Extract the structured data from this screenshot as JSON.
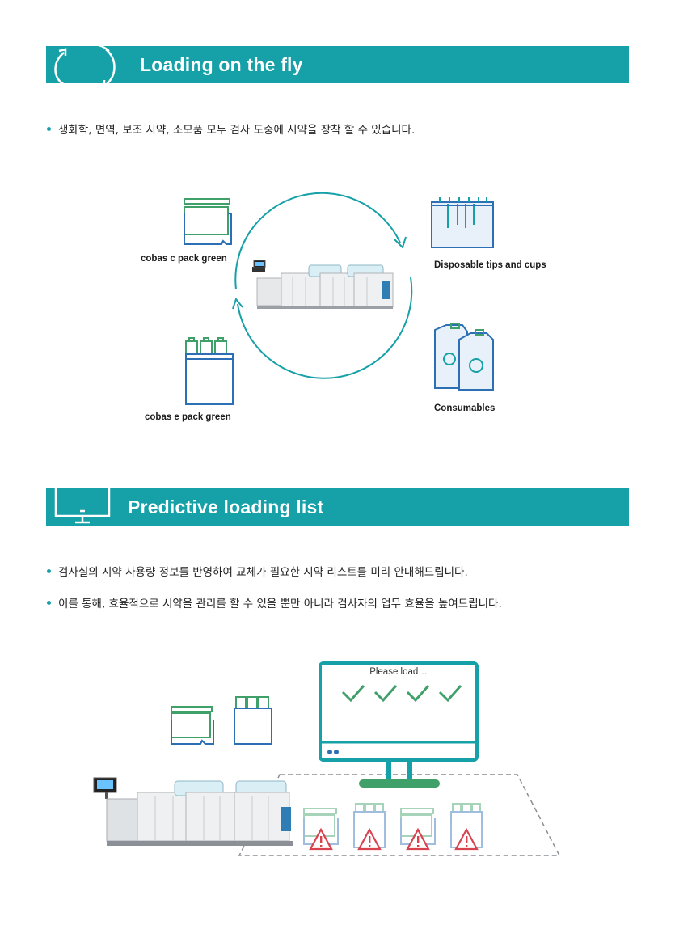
{
  "section1": {
    "title": "Loading on the fly",
    "bullet": "생화학, 면역, 보조 시약, 소모품 모두 검사 도중에 시약을 장착 할 수 있습니다.",
    "labels": {
      "c_pack": "cobas c pack green",
      "e_pack": "cobas e pack green",
      "tips": "Disposable tips and cups",
      "consumables": "Consumables"
    }
  },
  "section2": {
    "title": "Predictive loading list",
    "bullets": [
      "검사실의 시약 사용량 정보를  반영하여 교체가 필요한 시약 리스트를 미리 안내해드립니다.",
      "이를 통해, 효율적으로 시약을 관리를 할 수 있을 뿐만 아니라 검사자의 업무 효율을 높여드립니다."
    ],
    "monitor_text": "Please load…"
  },
  "colors": {
    "teal": "#16a0a7",
    "blue": "#2d6fb5",
    "green": "#3fa06a",
    "red": "#d8434f"
  }
}
